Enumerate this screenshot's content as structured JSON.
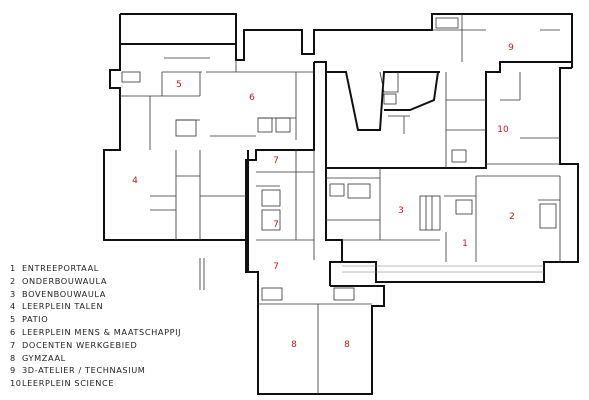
{
  "rooms": [
    {
      "number": "1"
    },
    {
      "number": "2"
    },
    {
      "number": "3"
    },
    {
      "number": "4"
    },
    {
      "number": "5"
    },
    {
      "number": "6"
    },
    {
      "number": "7"
    },
    {
      "number": "7"
    },
    {
      "number": "7"
    },
    {
      "number": "8"
    },
    {
      "number": "8"
    },
    {
      "number": "9"
    },
    {
      "number": "10"
    }
  ],
  "legend": [
    {
      "number": "1",
      "label": "ENTREEPORTAAL"
    },
    {
      "number": "2",
      "label": "ONDERBOUWAULA"
    },
    {
      "number": "3",
      "label": "BOVENBOUWAULA"
    },
    {
      "number": "4",
      "label": "LEERPLEIN TALEN"
    },
    {
      "number": "5",
      "label": "PATIO"
    },
    {
      "number": "6",
      "label": "LEERPLEIN MENS & MAATSCHAPPIJ"
    },
    {
      "number": "7",
      "label": "DOCENTEN WERKGEBIED"
    },
    {
      "number": "8",
      "label": "GYMZAAL"
    },
    {
      "number": "9",
      "label": "3D-ATELIER / TECHNASIUM"
    },
    {
      "number": "10",
      "label": "LEERPLEIN SCIENCE"
    }
  ],
  "colors": {
    "room_number": "#c0161c",
    "walls": "#111111"
  }
}
